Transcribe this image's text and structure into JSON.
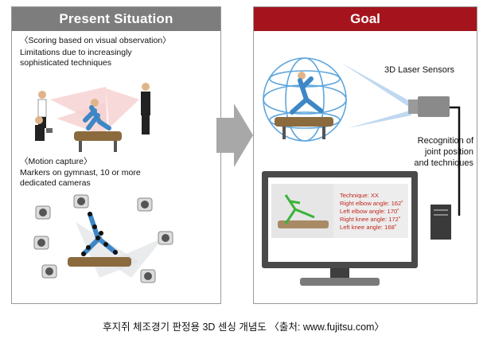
{
  "left": {
    "header": "Present Situation",
    "section1_title": "〈Scoring based on visual observation〉",
    "section1_text_line1": "Limitations due to increasingly",
    "section1_text_line2": "sophisticated techniques",
    "section2_title": "〈Motion capture〉",
    "section2_text_line1": "Markers on gymnast, 10 or more",
    "section2_text_line2": "dedicated cameras"
  },
  "right": {
    "header": "Goal",
    "laser_label": "3D Laser Sensors",
    "recognition_line1": "Recognition of",
    "recognition_line2": "joint position",
    "recognition_line3": "and techniques",
    "readout": {
      "technique": "Technique: XX",
      "right_elbow": "Right elbow angle: 162˚",
      "left_elbow": "Left elbow angle: 170˚",
      "right_knee": "Right knee angle: 172˚",
      "left_knee": "Left knee angle: 168˚"
    }
  },
  "caption": "후지쥐 체조경기 판정용 3D 센싱 개념도 〈출처: www.fujitsu.com〉",
  "colors": {
    "left_header": "#7d7d7d",
    "right_header": "#a5141c",
    "accent_red": "#c0281e",
    "arrow_gray": "#a8a8a8"
  }
}
